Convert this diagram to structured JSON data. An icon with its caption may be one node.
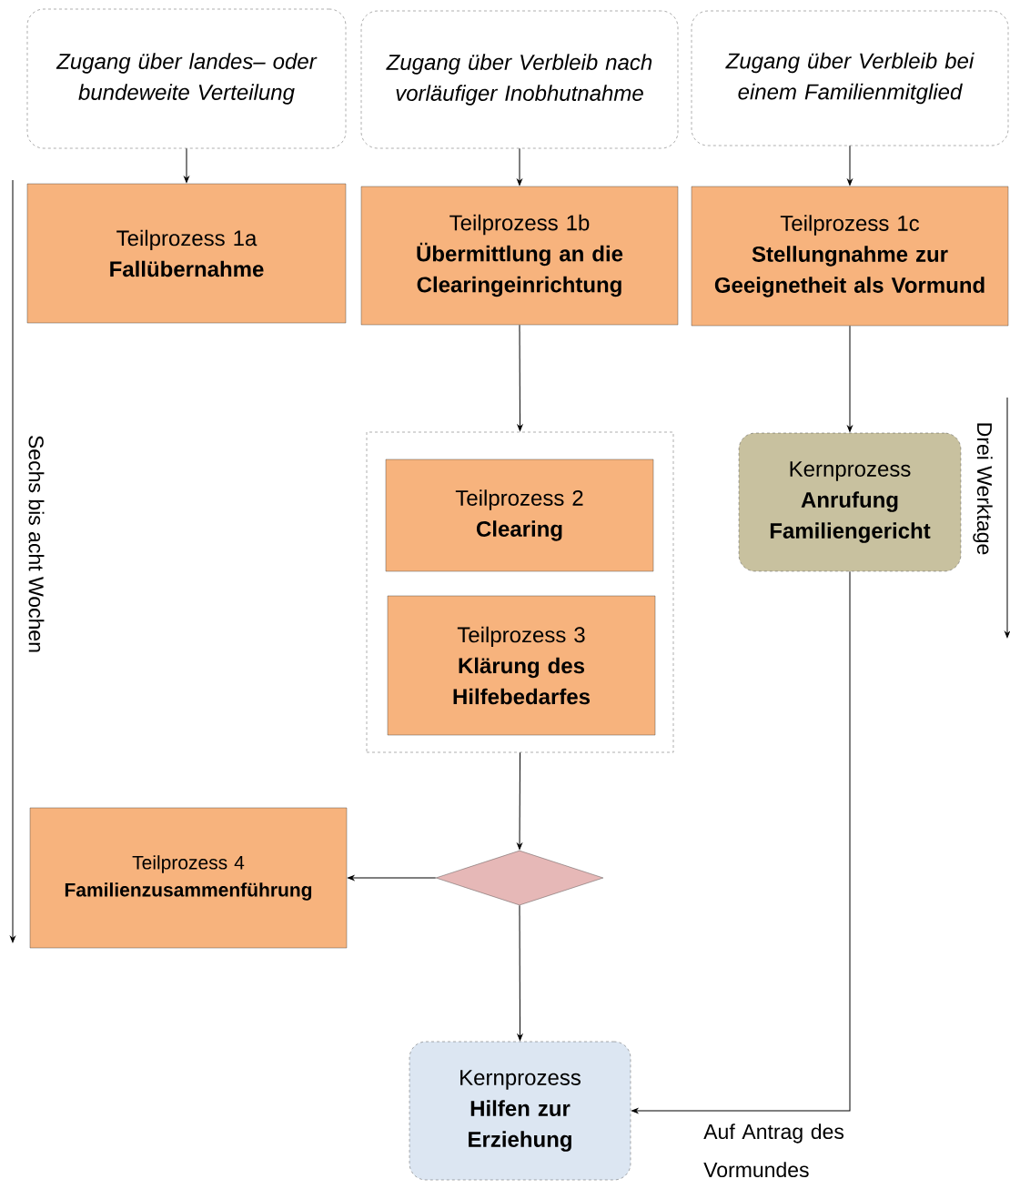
{
  "diagram": {
    "nodes": [
      {
        "text": [
          "Zugang über landes– oder bundeweite Verteilung"
        ]
      },
      {
        "text": [
          "Zugang über Verbleib nach vorläufiger Inobhutnahme"
        ]
      },
      {
        "text": [
          "Zugang über Verbleib bei einem Familienmitglied"
        ]
      },
      {
        "text": [
          "Teilprozess 1a",
          "Fallübernahme"
        ]
      },
      {
        "text": [
          "Teilprozess 1b",
          "Übermittlung an die Clearingeinrichtung"
        ]
      },
      {
        "text": [
          "Teilprozess 1c",
          "Stellungnahme zur Geeignetheit als Vormund"
        ]
      },
      {
        "text": [],
        "shape": "box"
      },
      {
        "text": [
          "Teilprozess 2",
          "Clearing"
        ],
        "in": 6
      },
      {
        "text": [
          "Teilprozess 3",
          "Klärung des Hilfebedarfes"
        ],
        "in": 6
      },
      {
        "text": [
          "Kernprozess",
          "Anrufung Familiengericht"
        ]
      },
      {
        "text": [],
        "shape": "diamond"
      },
      {
        "text": [
          "Teilprozess 4",
          "Familienzusammenführung"
        ]
      },
      {
        "text": [
          "Kernprozess",
          "Hilfen zur Erziehung"
        ]
      }
    ],
    "edges": [
      {
        "from": 0,
        "to": 3,
        "arrow": "to"
      },
      {
        "from": 1,
        "to": 4,
        "arrow": "to"
      },
      {
        "from": 2,
        "to": 5,
        "arrow": "to"
      },
      {
        "from": 4,
        "to": 6,
        "arrow": "to"
      },
      {
        "from": 5,
        "to": 9,
        "arrow": "to"
      },
      {
        "from": 6,
        "to": 10,
        "arrow": "to"
      },
      {
        "from": 10,
        "to": 11,
        "arrow": "to"
      },
      {
        "from": 10,
        "to": 12,
        "arrow": "to"
      },
      {
        "from": 9,
        "to": 12,
        "arrow": "to",
        "label": "Auf Antrag des Vormundes"
      }
    ],
    "labels": [
      "Sechs bis acht Wochen",
      "Drei Werktage"
    ]
  }
}
